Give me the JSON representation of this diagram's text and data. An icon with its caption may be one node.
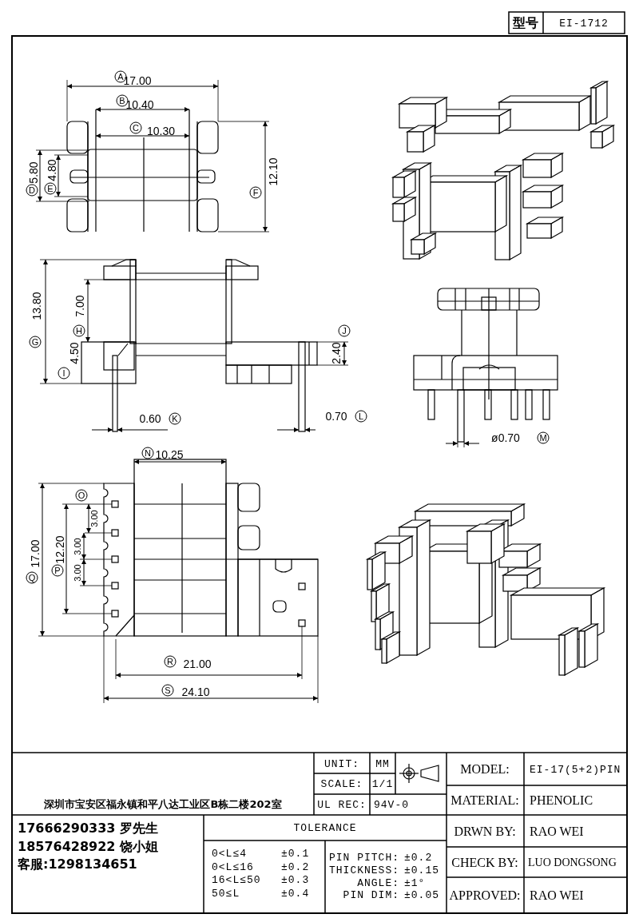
{
  "diagram": {
    "labels": [
      "型号",
      "EI-1712",
      "A",
      "17.00",
      "B",
      "10.40",
      "C",
      "10.30",
      "D",
      "5.80",
      "E",
      "4.80",
      "F",
      "12.10",
      "G",
      "13.80",
      "H",
      "7.00",
      "I",
      "4.50",
      "J",
      "2.40",
      "0.60",
      "K",
      "0.70",
      "L",
      "ø0.70",
      "M",
      "N",
      "10.25",
      "O",
      "Q",
      "17.00",
      "P",
      "12.20",
      "3.00",
      "3.00",
      "3.00",
      "R",
      "21.00",
      "S",
      "24.10",
      "深圳市宝安区福永镇和平八达工业区B栋二楼202室",
      "UNIT:",
      "MM",
      "SCALE:",
      "1/1",
      "UL REC:",
      "94V-0",
      "MODEL:",
      "EI-17(5+2)PIN",
      "MATERIAL:",
      "PHENOLIC",
      "17666290333 罗先生",
      "18576428922 饶小姐",
      "客服:1298134651",
      "TOLERANCE",
      "0<L≤4",
      "±0.1",
      "0<L≤16",
      "±0.2",
      "16<L≤50",
      "±0.3",
      "50≤L",
      "±0.4",
      "PIN PITCH:",
      "±0.2",
      "THICKNESS:",
      "±0.15",
      "ANGLE:",
      "±1°",
      "PIN DIM:",
      "±0.05",
      "DRWN BY:",
      "RAO WEI",
      "CHECK BY:",
      "LUO DONGSONG",
      "APPROVED:",
      "RAO WEI"
    ]
  }
}
